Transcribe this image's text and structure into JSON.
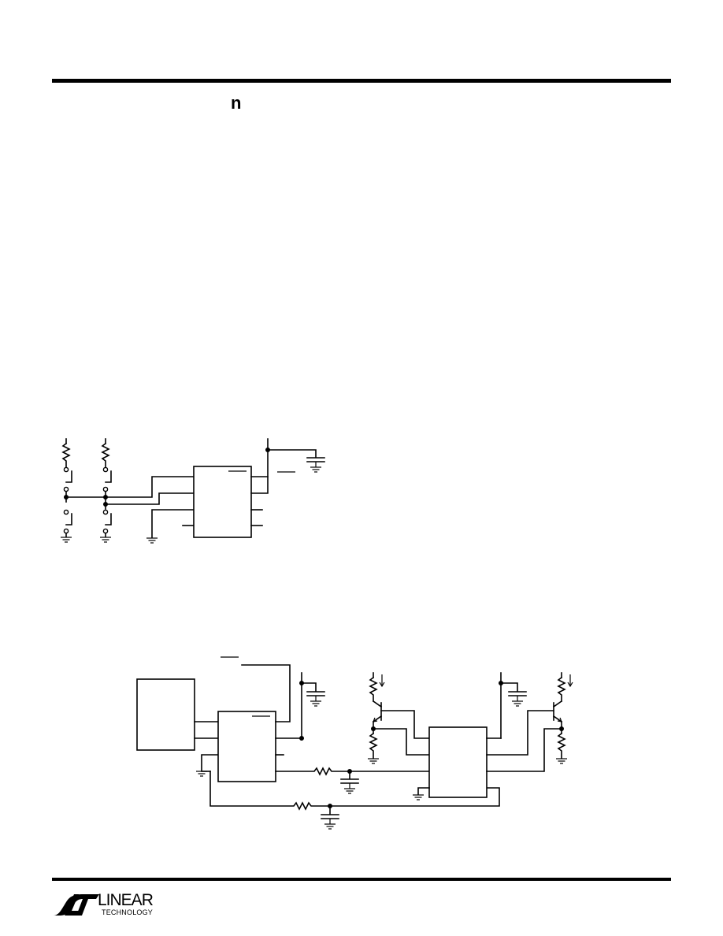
{
  "header": {
    "glyph": "n"
  },
  "footer": {
    "logo_mark": "LT",
    "logo_line1": "LINEAR",
    "logo_line2": "TECHNOLOGY"
  }
}
